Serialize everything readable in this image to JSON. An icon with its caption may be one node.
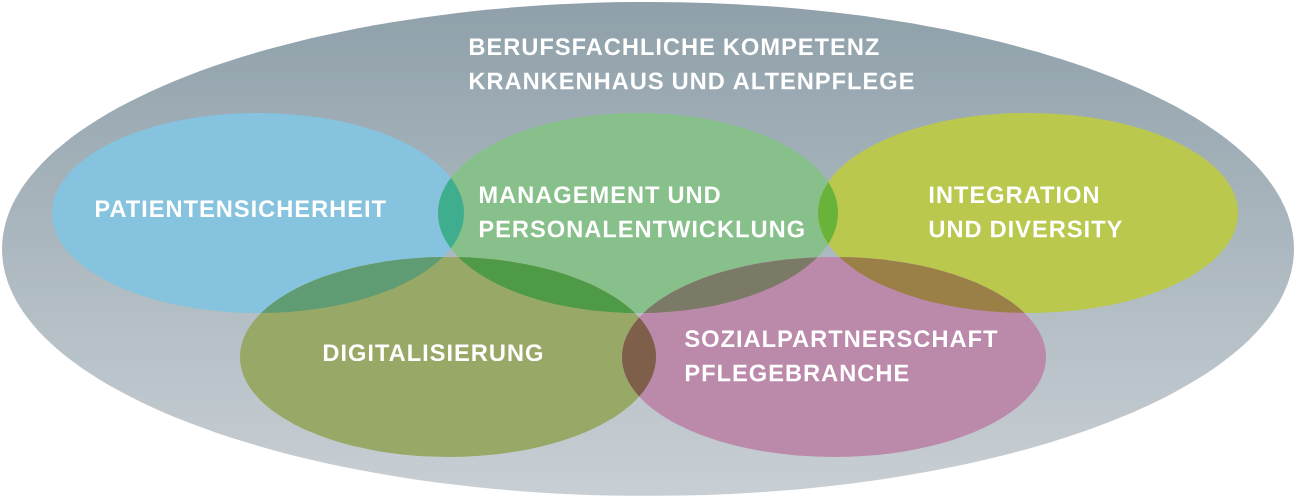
{
  "diagram": {
    "nodes": [
      {
        "text": [
          "BERUFSFACHLICHE KOMPETENZ KRANKENHAUS UND ALTENPFLEGE"
        ]
      },
      {
        "text": [
          "PATIENTENSICHERHEIT"
        ]
      },
      {
        "text": [
          "MANAGEMENT UND PERSONALENTWICKLUNG"
        ]
      },
      {
        "text": [
          "INTEGRATION UND DIVERSITY"
        ]
      },
      {
        "text": [
          "DIGITALISIERUNG"
        ]
      },
      {
        "text": [
          "SOZIALPARTNERSCHAFT PFLEGEBRANCHE"
        ]
      }
    ]
  }
}
